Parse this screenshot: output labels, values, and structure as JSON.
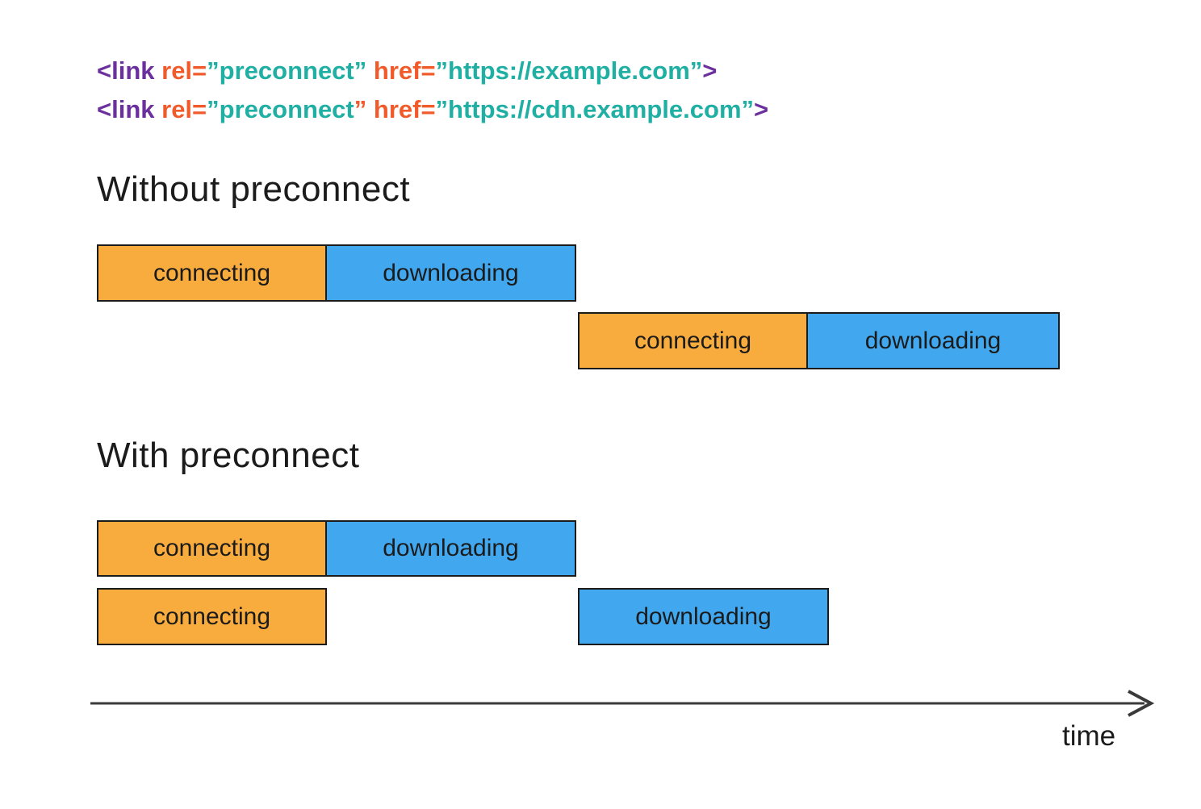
{
  "colors": {
    "bar_connecting": "#F9AC3E",
    "bar_downloading": "#41A8F0",
    "code_tag": "#6B2F9E",
    "code_attr": "#F15B2B",
    "code_value": "#1FAFA3",
    "ink": "#1B1B1B",
    "axis": "#3A3A3A"
  },
  "code": {
    "lines": [
      {
        "tokens": [
          {
            "text": "<link",
            "role": "tag"
          },
          {
            "text": " rel=",
            "role": "attr"
          },
          {
            "text": "”preconnect”",
            "role": "value"
          },
          {
            "text": " href=",
            "role": "attr"
          },
          {
            "text": "”https://example.com”",
            "role": "value"
          },
          {
            "text": ">",
            "role": "tag"
          }
        ]
      },
      {
        "tokens": [
          {
            "text": "<link",
            "role": "tag"
          },
          {
            "text": " rel=",
            "role": "attr"
          },
          {
            "text": "”preconnect",
            "role": "value"
          },
          {
            "text": "”",
            "role": "attr"
          },
          {
            "text": " href=",
            "role": "attr"
          },
          {
            "text": "”https://cdn.example.com”",
            "role": "value"
          },
          {
            "text": ">",
            "role": "tag"
          }
        ]
      }
    ]
  },
  "sections": {
    "without": {
      "title": "Without preconnect",
      "rows": [
        {
          "segments": [
            {
              "phase": "connecting",
              "label": "connecting"
            },
            {
              "phase": "downloading",
              "label": "downloading"
            }
          ]
        },
        {
          "segments": [
            {
              "phase": "connecting",
              "label": "connecting"
            },
            {
              "phase": "downloading",
              "label": "downloading"
            }
          ]
        }
      ]
    },
    "with": {
      "title": "With preconnect",
      "rows": [
        {
          "segments": [
            {
              "phase": "connecting",
              "label": "connecting"
            },
            {
              "phase": "downloading",
              "label": "downloading"
            }
          ]
        },
        {
          "segments": [
            {
              "phase": "connecting",
              "label": "connecting"
            },
            {
              "phase": "downloading",
              "label": "downloading"
            }
          ]
        }
      ]
    }
  },
  "axis": {
    "label": "time",
    "direction": "right"
  }
}
